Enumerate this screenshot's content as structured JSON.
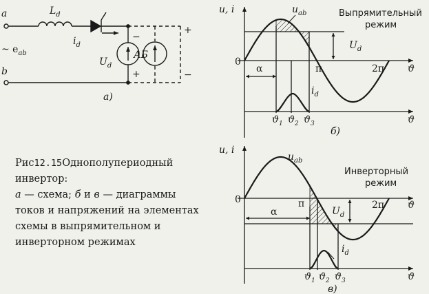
{
  "circuit": {
    "node_a": "a",
    "node_b": "b",
    "source_label": "~ e",
    "source_sub": "ab",
    "inductor_label": "L",
    "inductor_sub": "d",
    "current_label": "i",
    "current_sub": "d",
    "load_label": "U",
    "load_sub": "d",
    "battery_label": "АБ",
    "minus_top": "−",
    "plus_bottom": "+",
    "plus_right": "+",
    "minus_right": "−",
    "subfigure": "а)"
  },
  "rectifier_plot": {
    "y_label": "u, i",
    "u_label": "u",
    "u_sub": "ab",
    "mode_line1": "Выпрямительный",
    "mode_line2": "режим",
    "origin": "0",
    "pi": "π",
    "two_pi": "2π",
    "theta": "ϑ",
    "alpha": "α",
    "ud_label": "U",
    "ud_sub": "d",
    "id_label": "i",
    "id_sub": "d",
    "theta1": "ϑ",
    "theta1_sub": "1",
    "theta2": "ϑ",
    "theta2_sub": "2",
    "theta3": "ϑ",
    "theta3_sub": "3",
    "subfigure": "б)"
  },
  "inverter_plot": {
    "y_label": "u, i",
    "u_label": "u",
    "u_sub": "ab",
    "mode_line1": "Инверторный",
    "mode_line2": "режим",
    "origin": "0",
    "pi": "π",
    "two_pi": "2π",
    "theta": "ϑ",
    "alpha": "α",
    "ud_label": "U",
    "ud_sub": "d",
    "id_label": "i",
    "id_sub": "d",
    "theta1": "ϑ",
    "theta1_sub": "1",
    "theta2": "ϑ",
    "theta2_sub": "2",
    "theta3": "ϑ",
    "theta3_sub": "3",
    "subfigure": "в)"
  },
  "caption": {
    "prefix": "Рис",
    "number": "12.15",
    "title": "Однополупериодный инвертор:",
    "part_a": "а",
    "part_a_text": " — схема; ",
    "part_b": "б",
    "part_b_and": " и ",
    "part_c": "в",
    "rest": " — диаграммы токов и напряжений на элементах схемы в выпрямительном и инверторном режимах"
  }
}
